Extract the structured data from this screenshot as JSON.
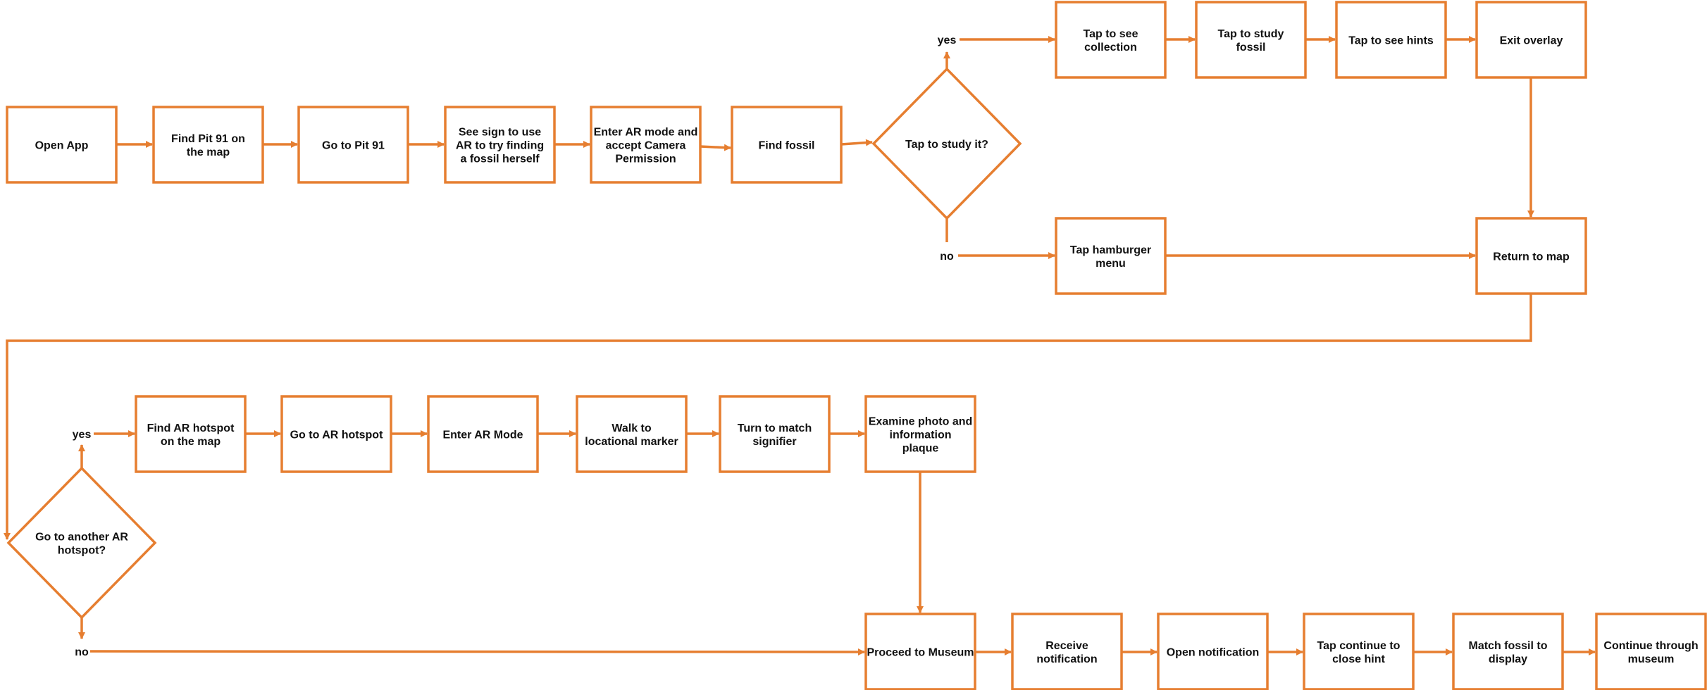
{
  "accent_color": "#E67E30",
  "text_color": "#111111",
  "nodes": {
    "open_app": "Open App",
    "find_pit_91": "Find Pit 91 on the map",
    "go_to_pit_91": "Go to Pit 91",
    "see_sign": "See sign to use AR to try finding a fossil herself",
    "enter_ar_camera": "Enter AR mode and accept Camera Permission",
    "find_fossil": "Find fossil",
    "tap_to_study_decision": "Tap to study it?",
    "tap_see_collection": "Tap to see collection",
    "tap_study_fossil": "Tap to study fossil",
    "tap_see_hints": "Tap to see hints",
    "exit_overlay": "Exit overlay",
    "tap_hamburger": "Tap hamburger menu",
    "return_to_map": "Return to map",
    "another_hotspot_decision": "Go to another AR hotspot?",
    "find_ar_hotspot": "Find AR hotspot on the map",
    "go_to_ar_hotspot": "Go to AR hotspot",
    "enter_ar_mode": "Enter AR Mode",
    "walk_to_marker": "Walk to locational marker",
    "turn_to_match": "Turn to match signifier",
    "examine_photo": "Examine photo and information plaque",
    "proceed_museum": "Proceed to Museum",
    "receive_notification": "Receive notification",
    "open_notification": "Open notification",
    "tap_continue": "Tap continue to close hint",
    "match_fossil": "Match fossil to display",
    "continue_museum": "Continue through museum"
  },
  "labels": {
    "yes_top": "yes",
    "no_top": "no",
    "yes_bottom": "yes",
    "no_bottom": "no"
  }
}
